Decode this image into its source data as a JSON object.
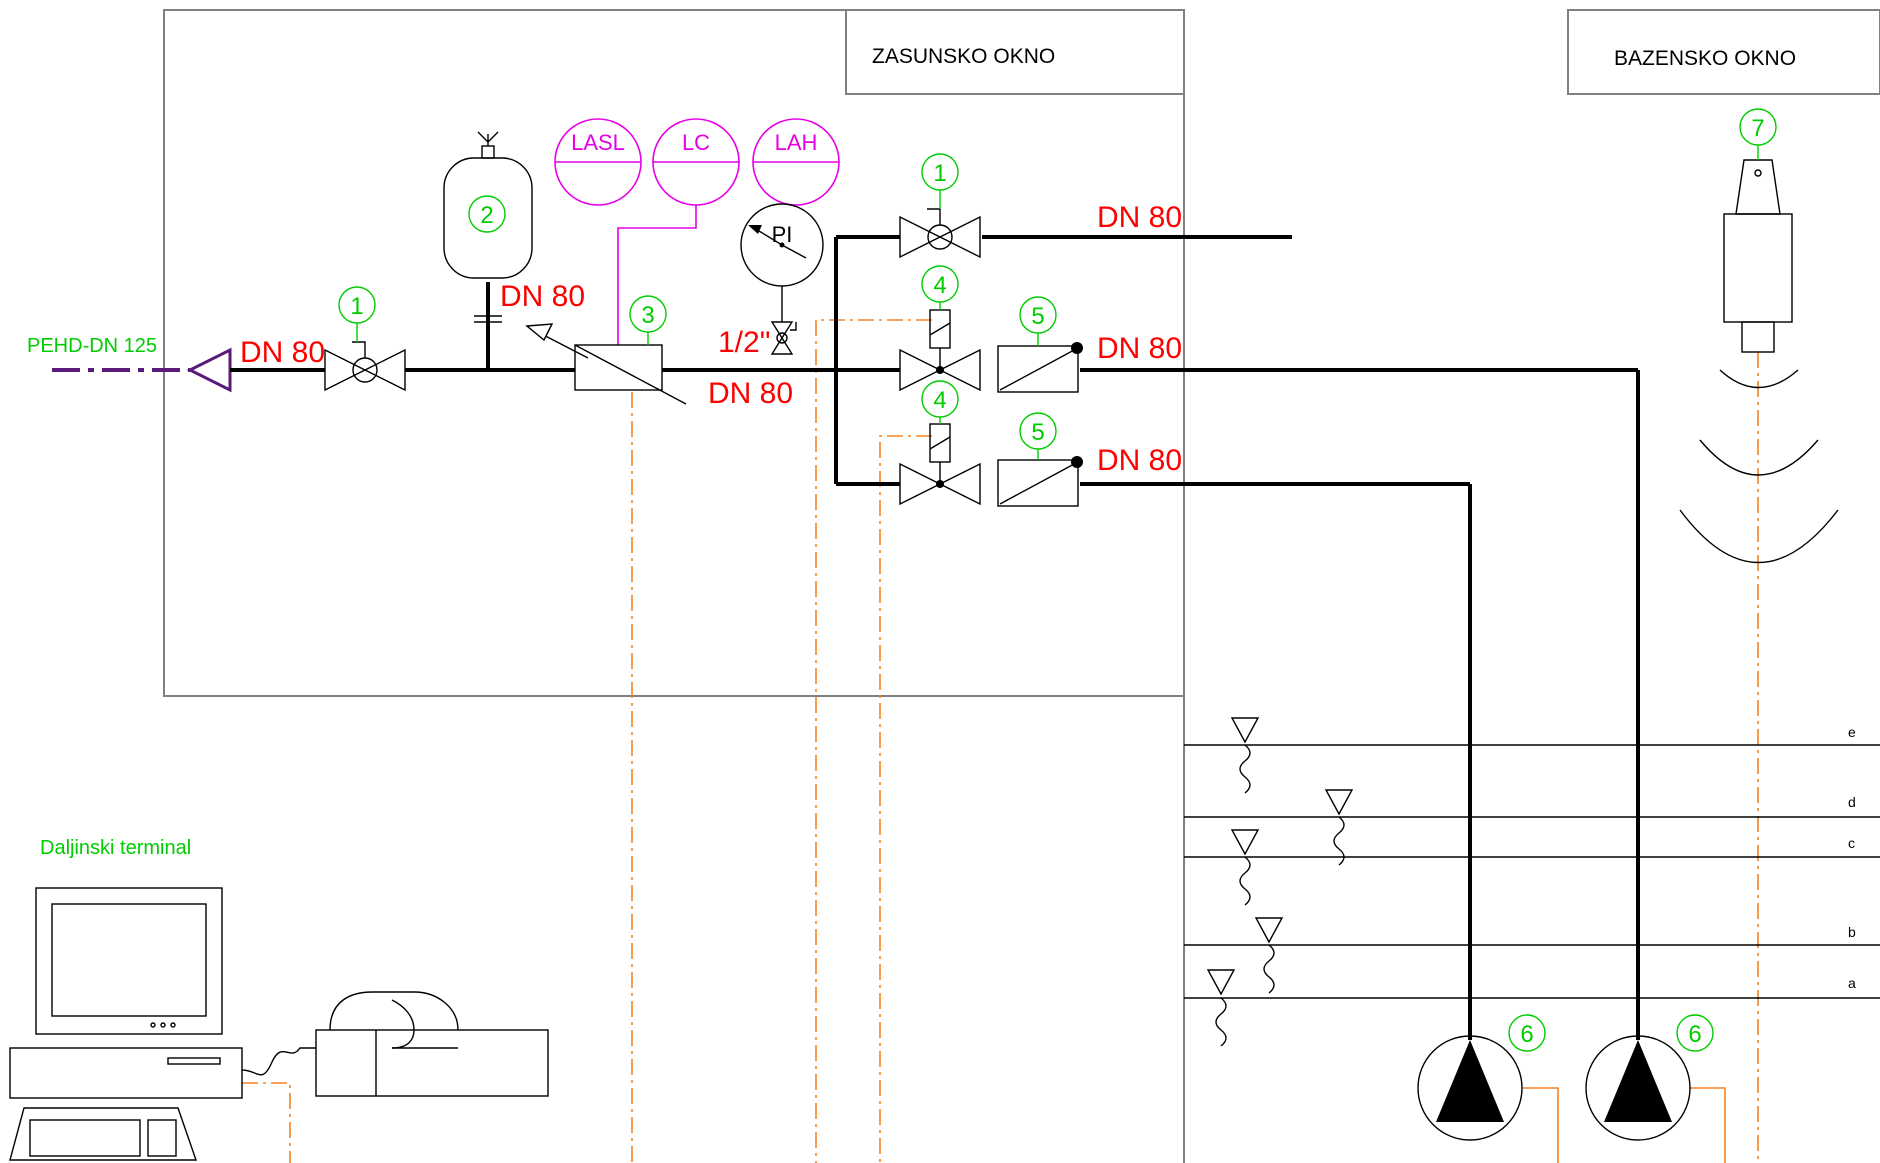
{
  "areas": {
    "valve_chamber": "ZASUNSKO OKNO",
    "pool_chamber": "BAZENSKO OKNO"
  },
  "pipe_labels": {
    "inlet_pipe": "PEHD-DN 125",
    "dn_main_left": "DN  80",
    "dn_tank": "DN  80",
    "dn_meter": "DN  80",
    "dn_top": "DN  80",
    "dn_mid": "DN  80",
    "dn_bottom": "DN  80",
    "gauge_size": "1/2\""
  },
  "instruments": {
    "low_alarm": "LASL",
    "level_control": "LC",
    "high_alarm": "LAH",
    "pressure_indicator": "PI"
  },
  "item_numbers": {
    "valve_main": "1",
    "valve_top": "1",
    "pressure_tank": "2",
    "flow_meter": "3",
    "solenoid_upper": "4",
    "solenoid_lower": "4",
    "check_upper": "5",
    "check_lower": "5",
    "pump_left": "6",
    "pump_right": "6",
    "level_sensor": "7"
  },
  "terminal": {
    "label": "Daljinski terminal"
  },
  "level_marks": [
    "e",
    "d",
    "c",
    "b",
    "a"
  ],
  "colors": {
    "pipe": "#000000",
    "dimension_text": "#ff0000",
    "item_marker": "#00cc00",
    "instrument": "#e600e6",
    "signal_line": "#f58220",
    "inlet_pipe": "#5a1a7a"
  }
}
